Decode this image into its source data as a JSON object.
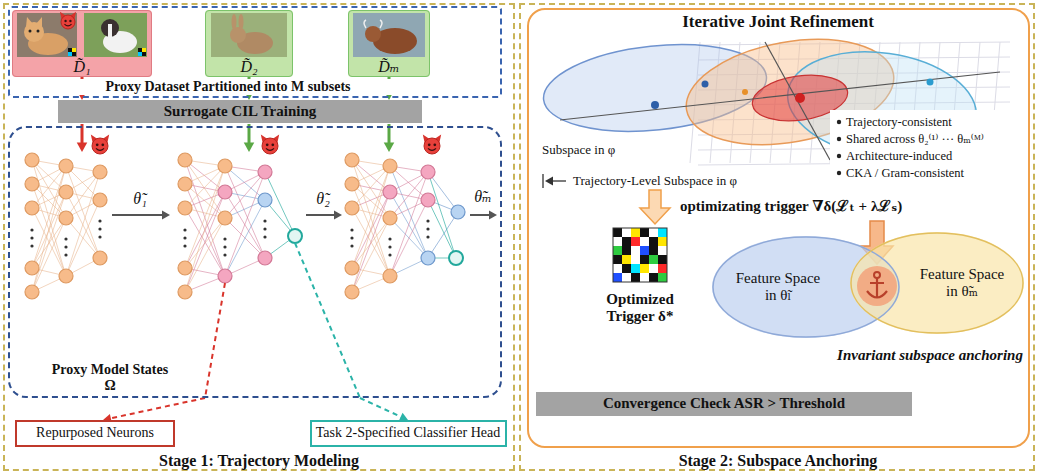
{
  "diagram": {
    "nodes": [
      {
        "text": [
          "Stage 1: Trajectory Modeling"
        ]
      },
      {
        "text": [
          "Proxy Dataset Partitioned into M subsets"
        ],
        "in": 0
      },
      {
        "text": [
          "D̃₁"
        ],
        "in": 1
      },
      {
        "text": [
          "D̃₂"
        ],
        "in": 1
      },
      {
        "text": [
          "D̃ₘ"
        ],
        "in": 1
      },
      {
        "text": [
          "Surrogate CIL Training"
        ],
        "in": 0
      },
      {
        "text": [
          "Proxy Model States Ω"
        ],
        "in": 0
      },
      {
        "text": [
          "Repurposed Neurons"
        ],
        "in": 0
      },
      {
        "text": [
          "Task 2-Specified Classifier Head"
        ],
        "in": 0
      },
      {
        "text": [
          "Stage 2: Subspace Anchoring"
        ]
      },
      {
        "text": [
          "Iterative Joint Refinement"
        ],
        "in": 9
      },
      {
        "text": [
          "Feature Space in θ̃ₗ"
        ],
        "in": 10
      },
      {
        "text": [
          "Feature Space in θ̃ₘ"
        ],
        "in": 10
      },
      {
        "text": [
          "Convergence Check ASR > Threshold"
        ],
        "in": 10
      }
    ],
    "edges": [
      {
        "from": 2,
        "to": 5,
        "arrow": "to"
      },
      {
        "from": 3,
        "to": 5,
        "arrow": "to"
      },
      {
        "from": 4,
        "to": 5,
        "arrow": "to"
      },
      {
        "from": 6,
        "to": 7,
        "arrow": "to"
      },
      {
        "from": 6,
        "to": 8,
        "arrow": "to"
      }
    ],
    "labels": [
      "θ̃₁",
      "θ̃₂",
      "θ̃ₘ",
      "Subspace in φ",
      "Trajectory-Level Subspace in φ",
      "Trajectory-consistent",
      "Shared across θ₂⁽¹⁾ ··· θₘ⁽ᴹ⁾",
      "Architecture-induced",
      "CKA / Gram-consistent",
      "optimizating trigger ∇δ(ℒₜ + λℒₛ)",
      "Optimized Trigger δ*",
      "Invariant subspace anchoring"
    ]
  }
}
